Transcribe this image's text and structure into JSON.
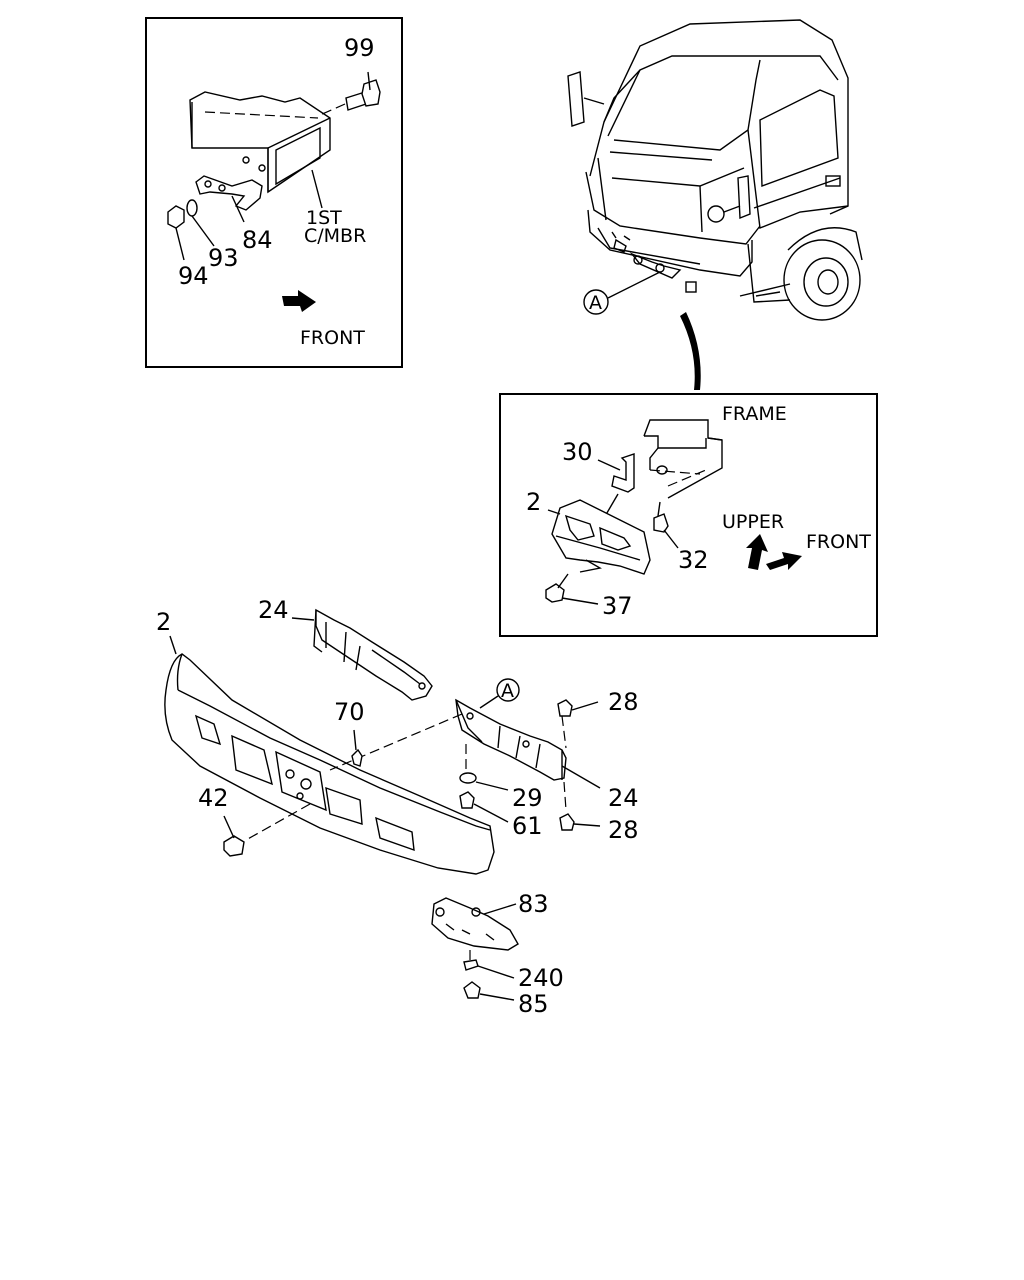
{
  "inset_tow_hook": {
    "parts": {
      "bolt": "99",
      "hook": "84",
      "washer": "93",
      "nut": "94"
    },
    "member_label_line1": "1ST",
    "member_label_line2": "C/MBR",
    "direction_label": "FRONT"
  },
  "inset_frame_detail": {
    "frame_label": "FRAME",
    "parts": {
      "bracket": "30",
      "bumper": "2",
      "bolt_upper": "32",
      "bolt_lower": "37"
    },
    "upper_label": "UPPER",
    "front_label": "FRONT"
  },
  "truck_view": {
    "callout": "A"
  },
  "main_assembly": {
    "callout": "A",
    "parts": {
      "bumper": "2",
      "stay_left": "24",
      "stay_right": "24",
      "bolt_top": "28",
      "bolt_bottom": "28",
      "washer": "29",
      "bolt_61": "61",
      "clip": "70",
      "bolt_42": "42",
      "plate": "83",
      "washer_240": "240",
      "bolt_85": "85"
    }
  }
}
